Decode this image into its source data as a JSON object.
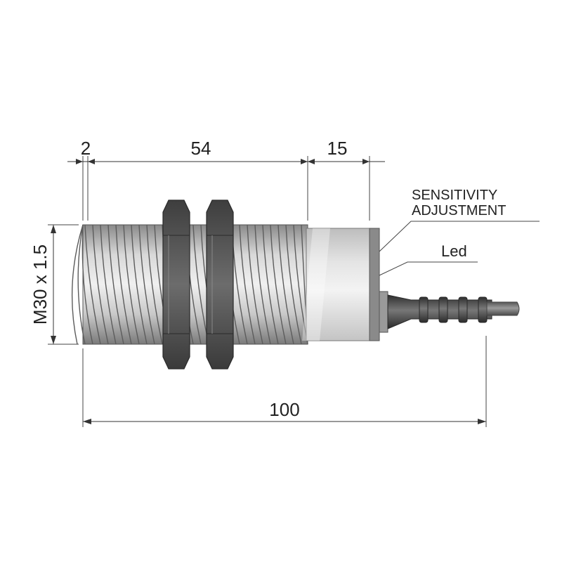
{
  "dimensions": {
    "flange_length": "2",
    "thread_length": "54",
    "head_length": "15",
    "overall_length": "100",
    "thread_size": "M30 x 1.5"
  },
  "callouts": {
    "sensitivity_line1": "SENSITIVITY",
    "sensitivity_line2": "ADJUSTMENT",
    "led": "Led"
  },
  "colors": {
    "nut": "#5a5a5a",
    "thread": "#b8b8b8",
    "head": "#d6d6d6",
    "cable": "#6a6a6a",
    "dimension": "#333333"
  }
}
